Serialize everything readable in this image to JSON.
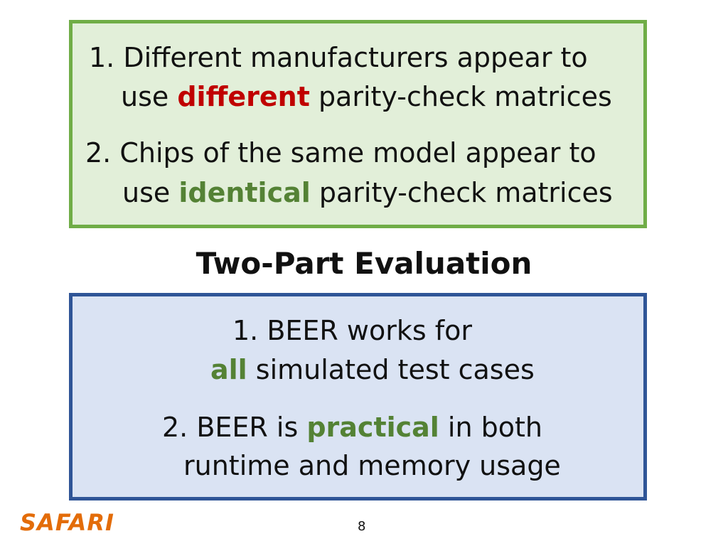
{
  "findings": {
    "item1": {
      "line1": "1. Different manufacturers appear to",
      "line2_pre": "use ",
      "line2_highlight": "different",
      "line2_post": " parity-check matrices"
    },
    "item2": {
      "line1": "2. Chips of the same model appear to",
      "line2_pre": "use ",
      "line2_highlight": "identical",
      "line2_post": " parity-check matrices"
    }
  },
  "evaluation": {
    "heading": "Two-Part Evaluation",
    "item1": {
      "line1": "1. BEER works for",
      "line2_highlight": "all",
      "line2_post": " simulated test cases"
    },
    "item2": {
      "line1_pre": "2. BEER is ",
      "line1_highlight": "practical",
      "line1_post": " in both",
      "line2": "runtime and memory usage"
    }
  },
  "footer": {
    "logo": "SAFARI",
    "page_number": "8"
  },
  "colors": {
    "green_box_fill": "#e2efd9",
    "green_box_border": "#70ad47",
    "blue_box_fill": "#dae3f3",
    "blue_box_border": "#2f5597",
    "highlight_red": "#c00000",
    "highlight_green": "#548235",
    "logo_orange": "#e36c09"
  }
}
